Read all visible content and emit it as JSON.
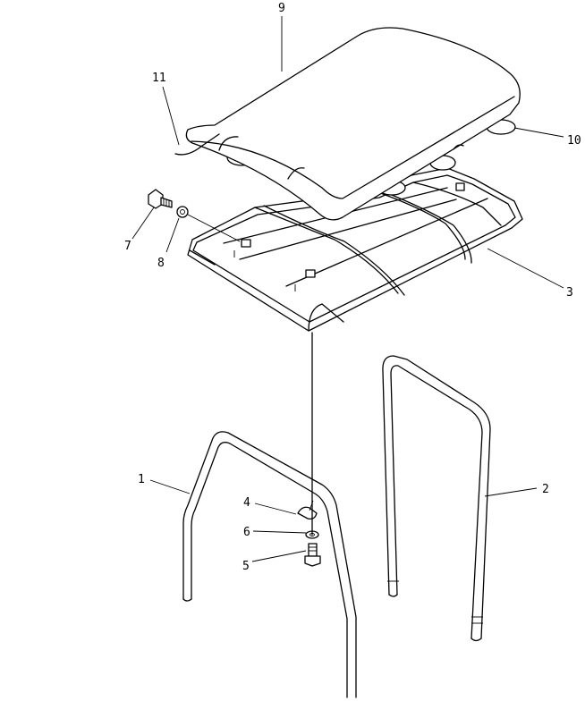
{
  "callouts": {
    "p1": "1",
    "p2": "2",
    "p3": "3",
    "p4": "4",
    "p5": "5",
    "p6": "6",
    "p7": "7",
    "p8": "8",
    "p9": "9",
    "p10": "10",
    "p11": "11"
  },
  "colors": {
    "line": "#000000",
    "background": "#ffffff"
  }
}
